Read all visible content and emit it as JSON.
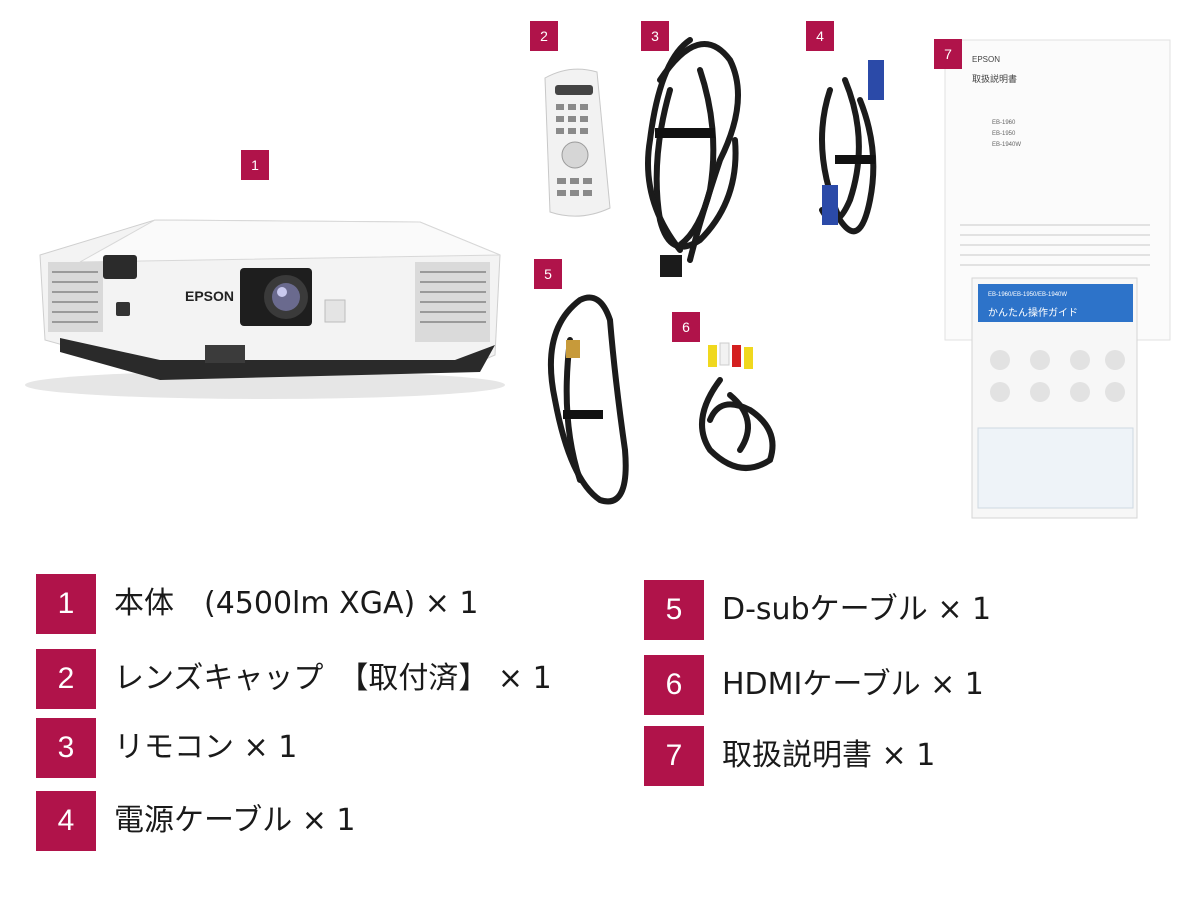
{
  "photo": {
    "projector_brand": "EPSON",
    "manual_brand": "EPSON",
    "manual_title": "取扱説明書",
    "manual_models": [
      "EB-1960",
      "EB-1950",
      "EB-1940W"
    ],
    "guide_title": "かんたん操作ガイド",
    "guide_header": "EB-1960/EB-1950/EB-1940W",
    "tags": [
      "1",
      "2",
      "3",
      "4",
      "5",
      "6",
      "7"
    ]
  },
  "items": [
    {
      "num": "1",
      "text": "本体　(4500lm XGA) × 1"
    },
    {
      "num": "2",
      "text": "レンズキャップ　【取付済】 × 1"
    },
    {
      "num": "3",
      "text": "リモコン × 1"
    },
    {
      "num": "4",
      "text": "電源ケーブル × 1"
    },
    {
      "num": "5",
      "text": "D-subケーブル × 1"
    },
    {
      "num": "6",
      "text": "HDMIケーブル × 1"
    },
    {
      "num": "7",
      "text": "取扱説明書 × 1"
    }
  ],
  "colors": {
    "accent": "#b0134a",
    "text": "#1a1a1a",
    "background": "#ffffff"
  }
}
